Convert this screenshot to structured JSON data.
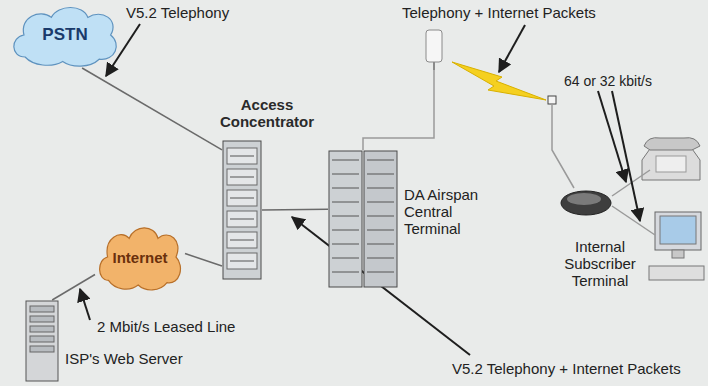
{
  "diagram": {
    "nodes": [
      {
        "text": [
          "PSTN"
        ]
      },
      {
        "text": [
          "Access Concentrator"
        ]
      },
      {
        "text": [
          "DA Airspan Central Terminal"
        ]
      },
      {
        "text": [
          "Internet"
        ]
      },
      {
        "text": [
          "Internal Subscriber Terminal"
        ]
      },
      {
        "text": [
          "ISP's Web Server"
        ]
      }
    ],
    "edges": [
      {
        "from": 0,
        "to": 1,
        "arrow": "none"
      },
      {
        "from": 1,
        "to": 2,
        "arrow": "none"
      },
      {
        "from": 1,
        "to": 3,
        "arrow": "none"
      },
      {
        "from": 3,
        "to": 5,
        "arrow": "none"
      }
    ],
    "labels": [
      "V5.2 Telephony",
      "Telephony + Internet Packets",
      "64 or 32 kbit/s",
      "2 Mbit/s Leased Line",
      "V5.2 Telephony + Internet Packets"
    ]
  }
}
